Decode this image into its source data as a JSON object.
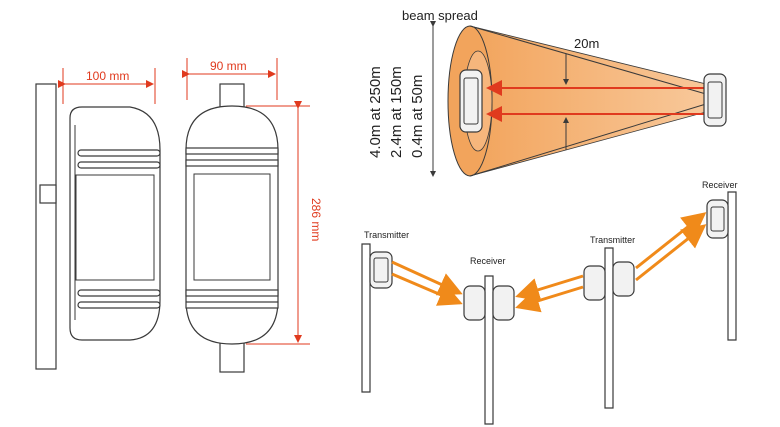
{
  "dimensions": {
    "depth": "100 mm",
    "width": "90 mm",
    "height": "286 mm"
  },
  "beam_diagram": {
    "title": "beam spread",
    "distance": "20m",
    "spreads": [
      "4.0m at 250m",
      "2.4m at 150m",
      "0.4m at 50m"
    ]
  },
  "install": {
    "labels": [
      "Transmitter",
      "Receiver",
      "Transmitter",
      "Receiver"
    ]
  },
  "colors": {
    "dimension": "#e03a1e",
    "beam": "#f08a1a",
    "cone": "#f5b172",
    "line": "#3a3a3a"
  }
}
